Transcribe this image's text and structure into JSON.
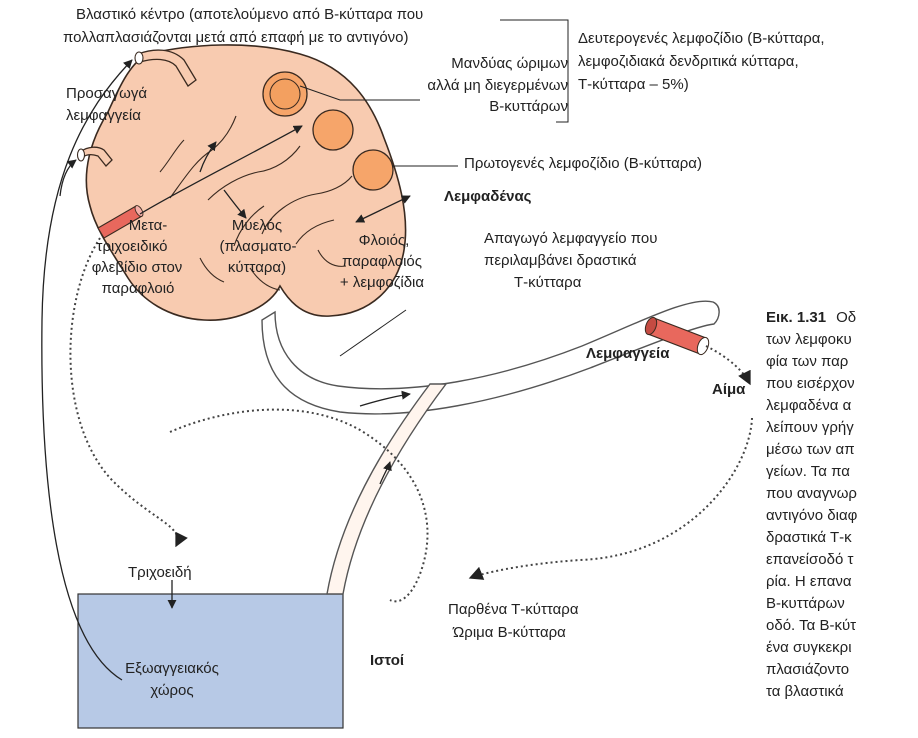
{
  "colors": {
    "node_fill": "#f8cbb0",
    "node_stroke": "#3a2a20",
    "follicle_fill": "#f6a56a",
    "vessel_fill": "#e8685d",
    "tissue_fill": "#b7c9e6"
  },
  "labels": {
    "germinal_center_1": "Βλαστικό κέντρο (αποτελούμενο από Β-κύτταρα που",
    "germinal_center_2": "πολλαπλασιάζονται μετά από επαφή με το αντιγόνο)",
    "mantle_1": "Μανδύας ώριμων",
    "mantle_2": "αλλά μη διεγερμένων",
    "mantle_3": "Β-κυττάρων",
    "secondary_1": "Δευτερογενές λεμφοζίδιο (Β-κύτταρα,",
    "secondary_2": "λεμφοζιδιακά δενδριτικά κύτταρα,",
    "secondary_3": "Τ-κύτταρα – 5%)",
    "afferent_1": "Προσαγωγά",
    "afferent_2": "λεμφαγγεία",
    "primary": "Πρωτογενές λεμφοζίδιο (Β-κύτταρα)",
    "lymph_node": "Λεμφαδένας",
    "hev_1": "Μετα-",
    "hev_2": "τριχοειδικό",
    "hev_3": "φλεβίδιο στον",
    "hev_4": "παραφλοιό",
    "medulla_1": "Μυελός",
    "medulla_2": "(πλασματο-",
    "medulla_3": "κύτταρα)",
    "cortex_1": "Φλοιός,",
    "cortex_2": "παραφλοιός",
    "cortex_3": "+ λεμφοζίδια",
    "efferent_1": "Απαγωγό λεμφαγγείο που",
    "efferent_2": "περιλαμβάνει δραστικά",
    "efferent_3": "Τ-κύτταρα",
    "lymphatics": "Λεμφαγγεία",
    "blood": "Αίμα",
    "capillaries": "Τριχοειδή",
    "naive_t": "Παρθένα Τ-κύτταρα",
    "mature_b": "Ώριμα Β-κύτταρα",
    "extravascular_1": "Εξωαγγειακός",
    "extravascular_2": "χώρος",
    "tissues": "Ιστοί"
  },
  "caption": {
    "label": "Εικ. 1.31",
    "lines": [
      "Οδ",
      "των λεμφοκυ",
      "φία των παρ",
      "που εισέρχον",
      "λεμφαδένα α",
      "λείπουν γρήγ",
      "μέσω των απ",
      "γείων. Τα πα",
      "που αναγνωρ",
      "αντιγόνο διαφ",
      "δραστικά Τ-κ",
      "επανείσοδό τ",
      "ρία. Η επανα",
      "Β-κυττάρων",
      "οδό. Τα Β-κύτ",
      "ένα συγκεκρι",
      "πλασιάζοντο",
      "τα βλαστικά"
    ]
  }
}
